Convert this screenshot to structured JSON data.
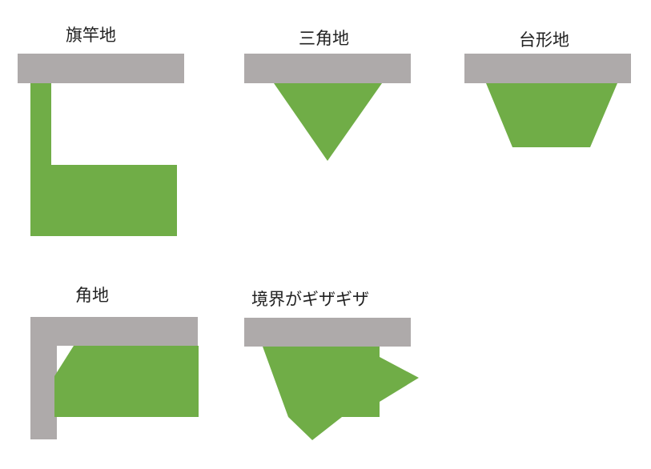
{
  "colors": {
    "road": "#aeaaaa",
    "lot": "#70ad47",
    "background": "#ffffff"
  },
  "labels": {
    "flag_lot": "旗竿地",
    "triangle_lot": "三角地",
    "trapezoid_lot": "台形地",
    "corner_lot": "角地",
    "jagged_boundary_lot": "境界がギザギザ"
  }
}
